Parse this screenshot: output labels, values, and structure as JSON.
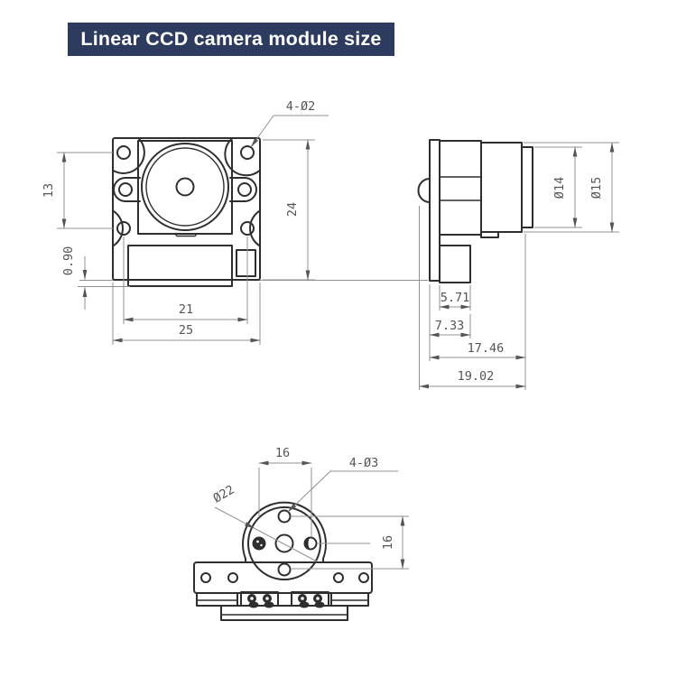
{
  "page": {
    "title": "Linear CCD camera module size"
  },
  "colors": {
    "page_bg": "#ffffff",
    "badge_bg": "#2d3b5e",
    "badge_text": "#ffffff",
    "outline": "#2e2e2e",
    "dim_line": "#909090",
    "dim_text": "#555555"
  },
  "front_view": {
    "corner_holes_callout": "4-Ø2",
    "body_height": "24",
    "hole_spacing_vertical": "13",
    "connector_protrusion": "0.90",
    "hole_spacing_horizontal": "21",
    "body_width": "25"
  },
  "side_view": {
    "front_ring_diameter": "Ø14",
    "barrel_diameter": "Ø15",
    "connector_width": "5.71",
    "connector_depth": "7.33",
    "body_depth": "17.46",
    "overall_depth": "19.02"
  },
  "bottom_view": {
    "hole_spacing_horizontal": "16",
    "hole_spacing_vertical": "16",
    "mount_holes_callout": "4-Ø3",
    "flange_diameter": "Ø22"
  }
}
